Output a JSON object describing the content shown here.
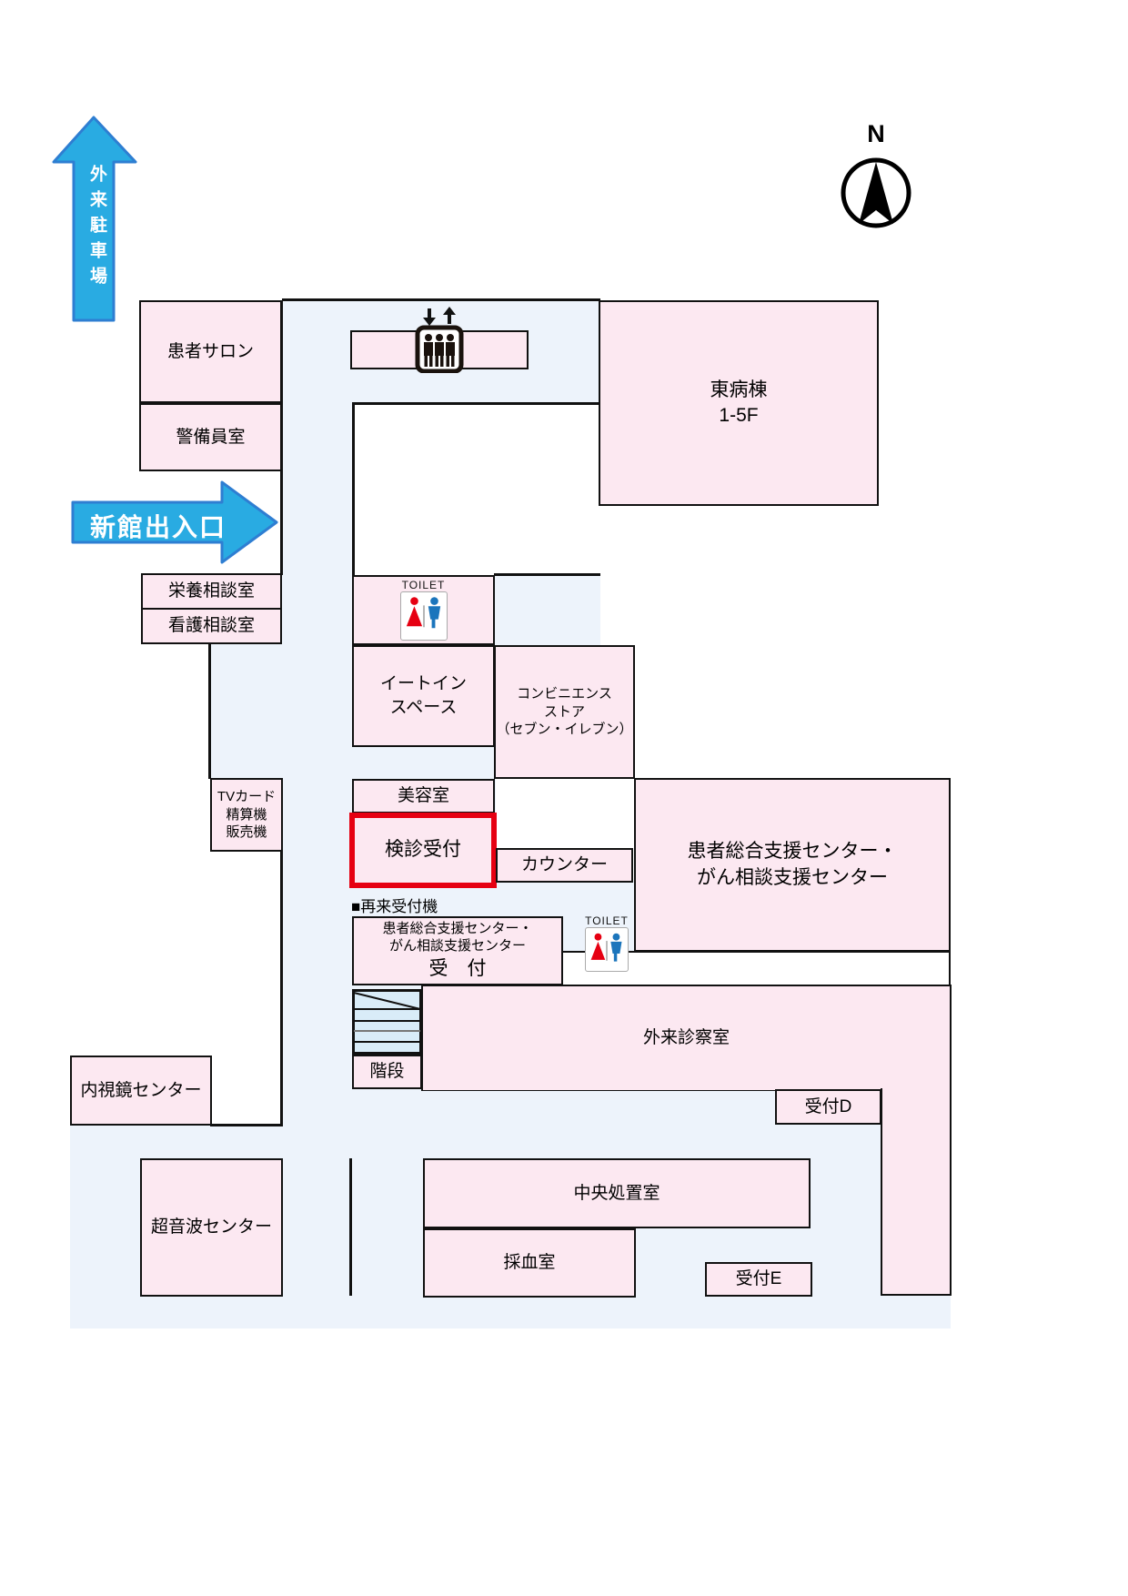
{
  "labels": {
    "patient_salon": "患者サロン",
    "security_room": "警備員室",
    "nutrition_room": "栄養相談室",
    "nursing_room": "看護相談室",
    "east_ward": "東病棟\n1-5F",
    "eat_in_space": "イートイン\nスペース",
    "convenience_store": "コンビニエンス\nストア\n（セブン・イレブン）",
    "beauty_salon": "美容室",
    "checkup_reception": "検診受付",
    "counter": "カウンター",
    "support_center": "患者総合支援センター・\nがん相談支援センター",
    "tv_card_machine": "TVカード\n精算機\n販売機",
    "revisit_machine_note": "■再来受付機",
    "support_reception_lines": "患者総合支援センター・\nがん相談支援センター",
    "support_reception_title": "受　付",
    "stairs": "階段",
    "outpatient_exam": "外来診察室",
    "reception_d": "受付D",
    "endoscopy_center": "内視鏡センター",
    "ultrasound_center": "超音波センター",
    "central_treatment": "中央処置室",
    "blood_room": "採血室",
    "reception_e": "受付E",
    "toilet": "TOILET"
  },
  "arrows": {
    "parking": "外来駐車場",
    "entrance": "新館出入口"
  },
  "compass": {
    "north": "N"
  },
  "colors": {
    "floor": "#edf3fb",
    "room": "#fce8f1",
    "highlight": "#e60012",
    "arrow": "#29abe2",
    "arrow_stroke": "#2e7ed2",
    "stairs": "#d9ecf8"
  }
}
